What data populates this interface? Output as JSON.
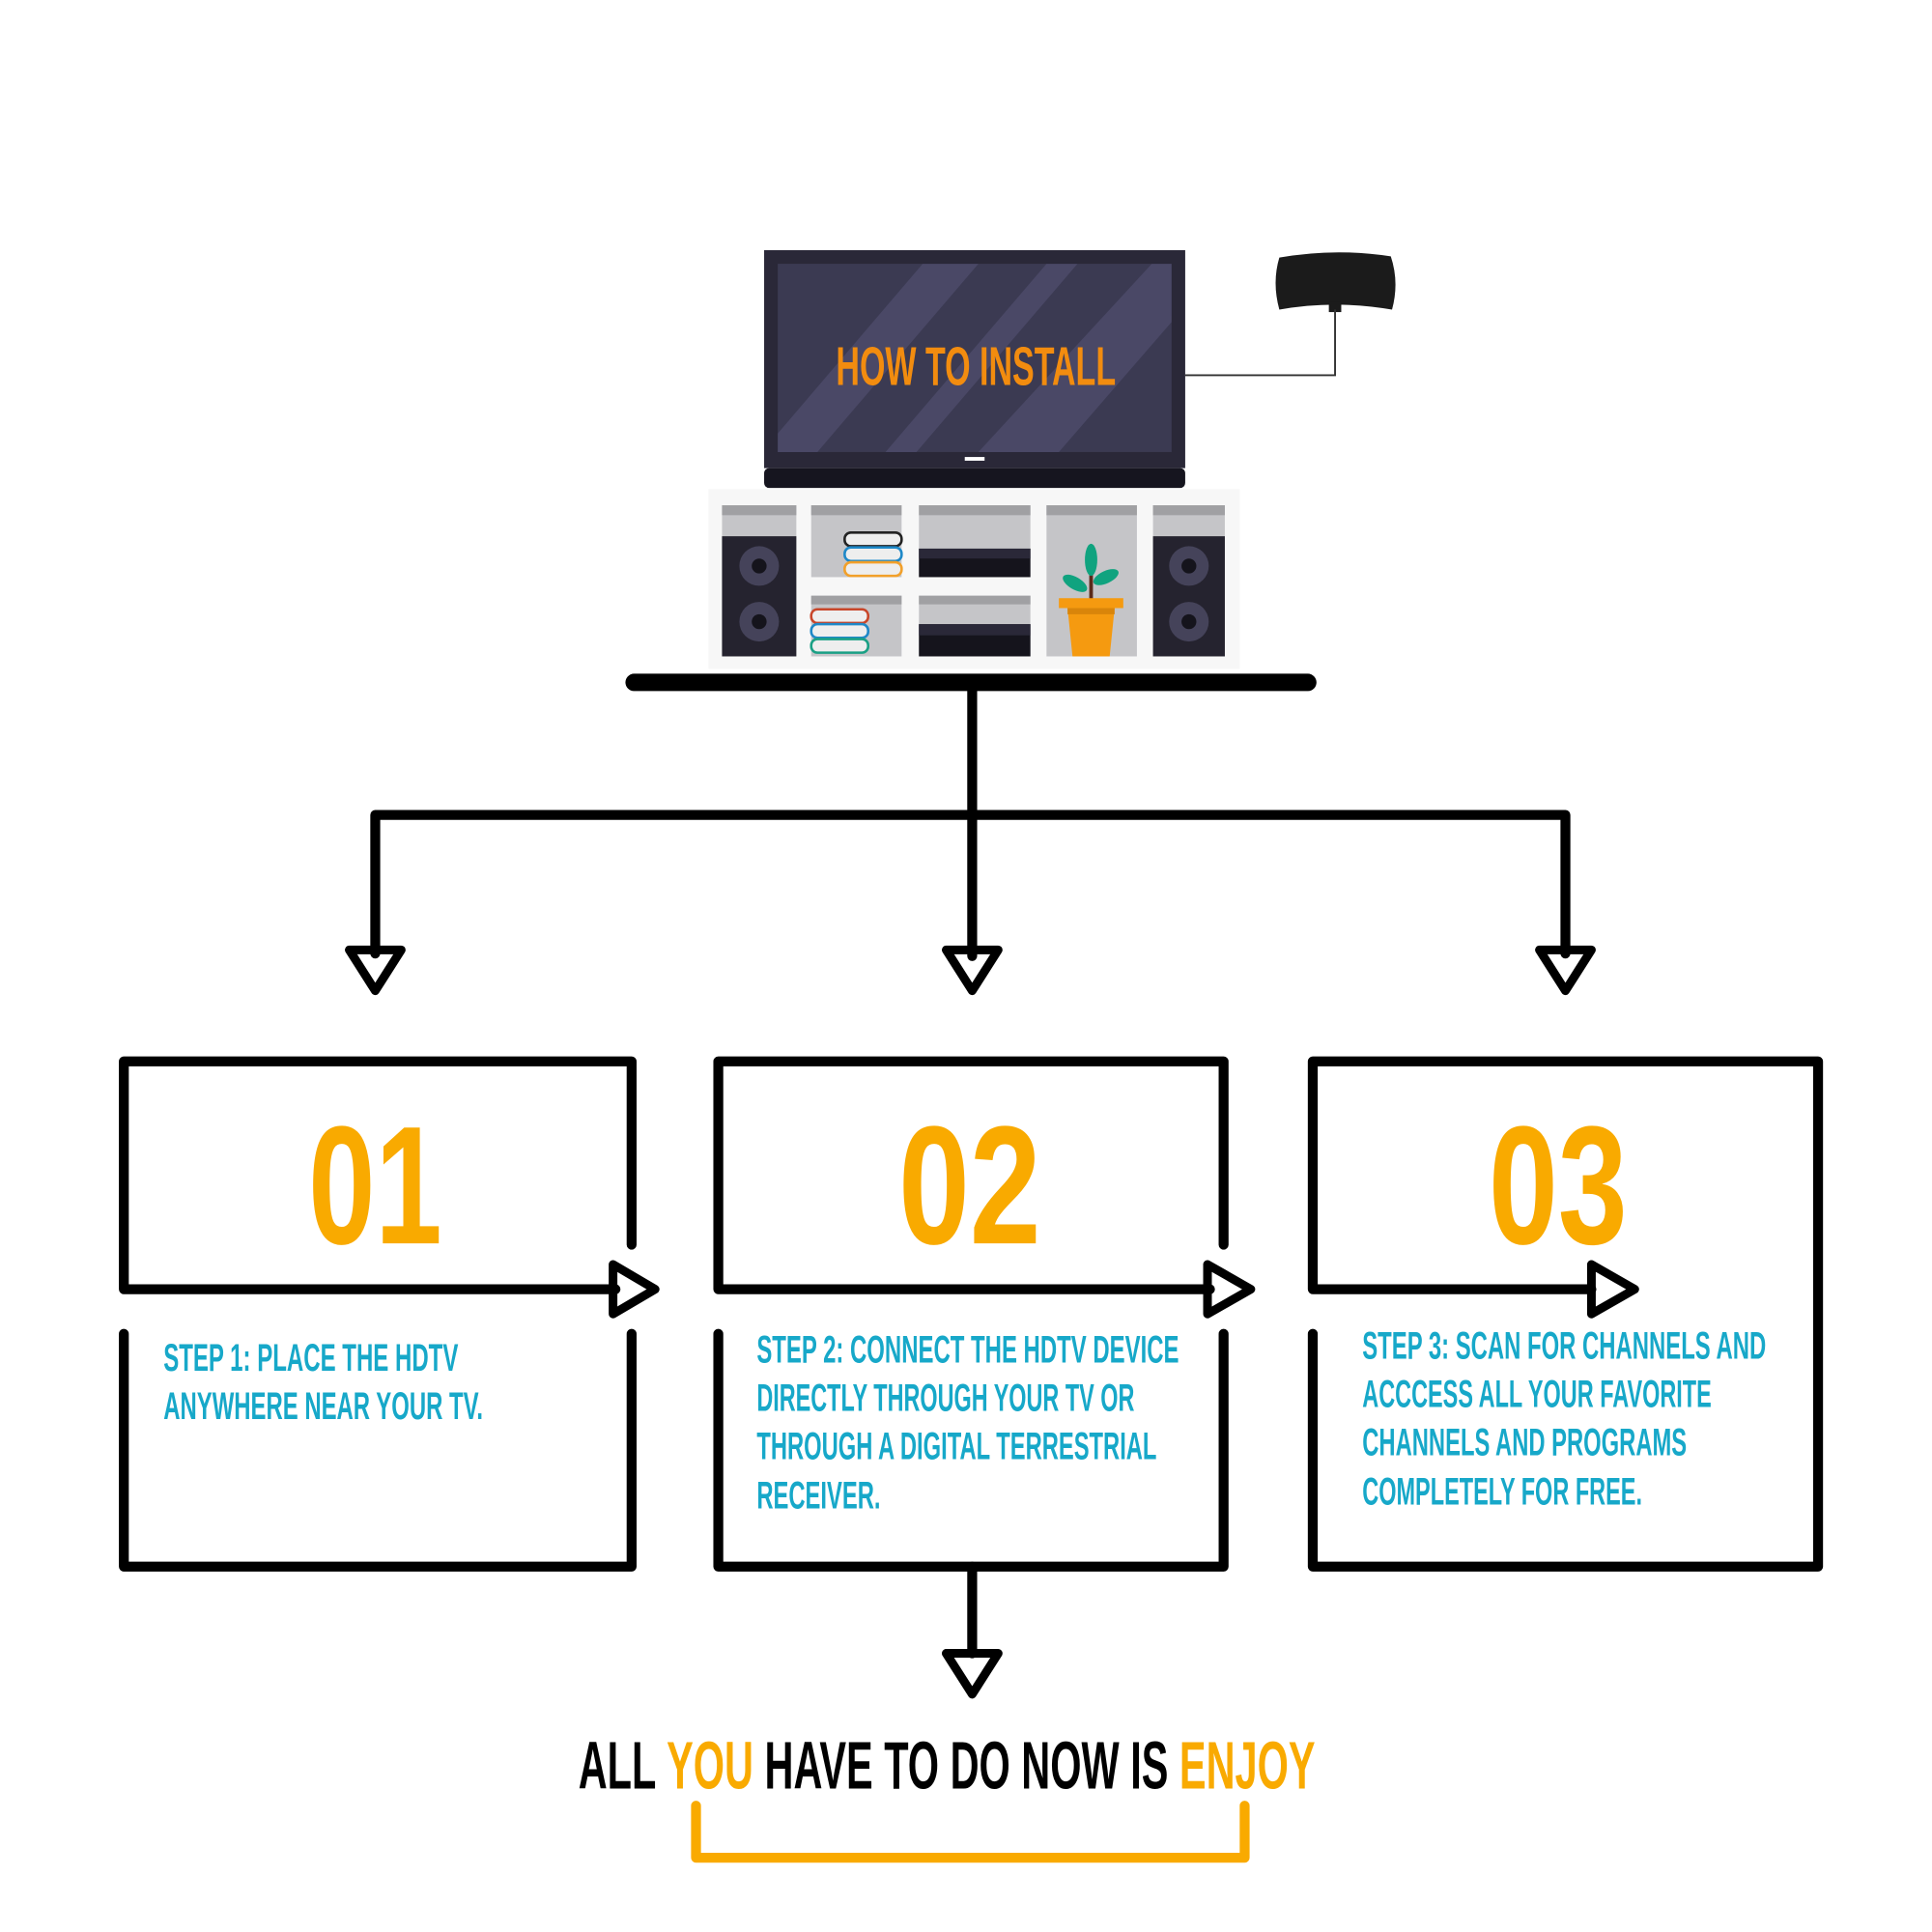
{
  "tv": {
    "screen_title": "HOW TO INSTALL"
  },
  "steps": [
    {
      "number": "01",
      "lines": [
        "STEP 1: PLACE THE HDTV",
        "ANYWHERE NEAR YOUR TV."
      ]
    },
    {
      "number": "02",
      "lines": [
        "STEP 2: CONNECT THE HDTV DEVICE",
        "DIRECTLY THROUGH YOUR TV OR",
        "THROUGH A DIGITAL TERRESTRIAL",
        "RECEIVER."
      ]
    },
    {
      "number": "03",
      "lines": [
        "STEP 3: SCAN FOR CHANNELS AND",
        "ACCCESS ALL YOUR FAVORITE",
        "CHANNELS AND PROGRAMS",
        "COMPLETELY FOR FREE."
      ]
    }
  ],
  "footer": {
    "part1": "ALL ",
    "part2": "YOU",
    "part3": " HAVE TO DO NOW IS ",
    "part4": "ENJOY"
  },
  "colors": {
    "orange": "#F9AA00",
    "teal": "#17A8C9",
    "screen_text": "#F28C0F",
    "line": "#000000"
  }
}
